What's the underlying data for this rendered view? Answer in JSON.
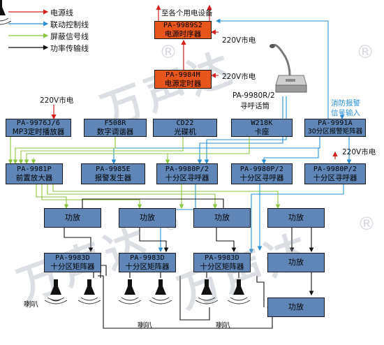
{
  "legend": [
    {
      "label": "电源线",
      "color": "#d62020"
    },
    {
      "label": "联动控制线",
      "color": "#2a8fd6"
    },
    {
      "label": "屏蔽信号线",
      "color": "#8cc63f"
    },
    {
      "label": "功率传输线",
      "color": "#111111"
    }
  ],
  "watermark": {
    "text": "万声达",
    "mark": "®"
  },
  "devices": {
    "sequencer": {
      "line1": "PA-9989S2",
      "line2": "电源时序器"
    },
    "regulator": {
      "line1": "PA-9984M",
      "line2": "电源定时器"
    },
    "mp3": {
      "line1": "PA-9976J/6",
      "line2": "MP3定时播放器"
    },
    "tuner": {
      "line1": "F508R",
      "line2": "数字调谐器"
    },
    "cd": {
      "line1": "CD22",
      "line2": "光碟机"
    },
    "tape": {
      "line1": "W218K",
      "line2": "卡座"
    },
    "matrix30": {
      "line1": "PA-9991A",
      "line2": "30分区报警矩阵器"
    },
    "preamp": {
      "line1": "PA-9981P",
      "line2": "前置放大器"
    },
    "alarm_gen": {
      "line1": "PA-9985E",
      "line2": "报警发生器"
    },
    "paging1": {
      "line1": "PA-9980P/2",
      "line2": "十分区寻呼器"
    },
    "paging2": {
      "line1": "PA-9980P/2",
      "line2": "十分区寻呼器"
    },
    "paging3": {
      "line1": "PA-9980P/2",
      "line2": "十分区寻呼器"
    },
    "amp_label": "功放",
    "matrix10": {
      "line1": "PA-9983D",
      "line2": "十分区矩阵器"
    }
  },
  "labels": {
    "to_equipment": "至各个用电设备",
    "mains": "220V市电",
    "mic_model": "PA-9980R/2",
    "mic_name": "寻呼话筒",
    "fire_line1": "消防报警",
    "fire_line2": "信号输入",
    "speaker": "喇叭"
  }
}
